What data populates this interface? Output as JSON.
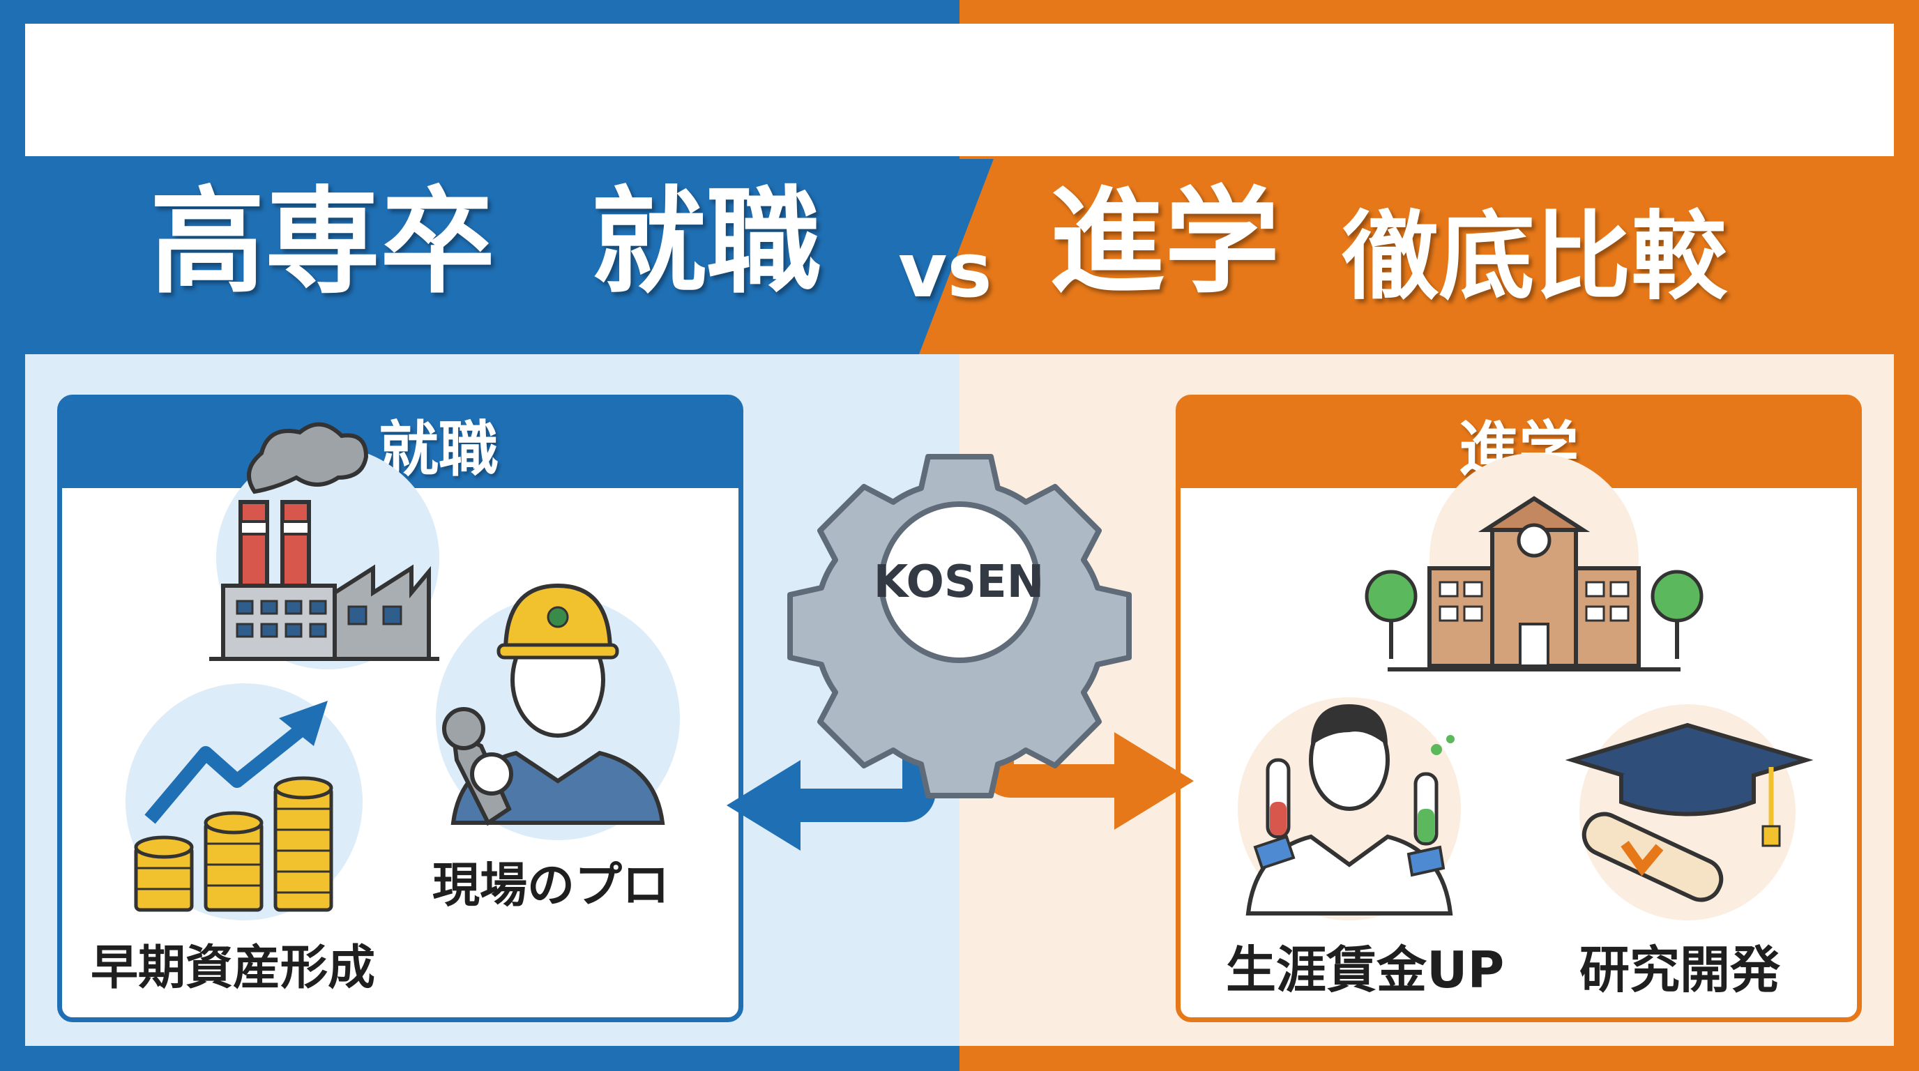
{
  "title": {
    "part1": "高専卒",
    "part2": "就職",
    "vs": "vs",
    "part3": "進学",
    "part4": "徹底比較"
  },
  "center": {
    "badge_text": "KOSEN"
  },
  "left_panel": {
    "heading": "就職",
    "items": [
      {
        "label": "早期資産形成",
        "icon": "coins-growth-chart-icon"
      },
      {
        "label": "現場のプロ",
        "icon": "engineer-with-wrench-icon"
      }
    ],
    "header_icon": "factory-icon"
  },
  "right_panel": {
    "heading": "進学",
    "items": [
      {
        "label": "生涯賃金UP",
        "icon": "scientist-icon"
      },
      {
        "label": "研究開発",
        "icon": "graduation-cap-diploma-icon"
      }
    ],
    "header_icon": "university-building-icon"
  },
  "colors": {
    "blue": "#1f6fb4",
    "orange": "#e67819",
    "light_blue": "#dcecf8",
    "light_orange": "#fbeee0"
  }
}
